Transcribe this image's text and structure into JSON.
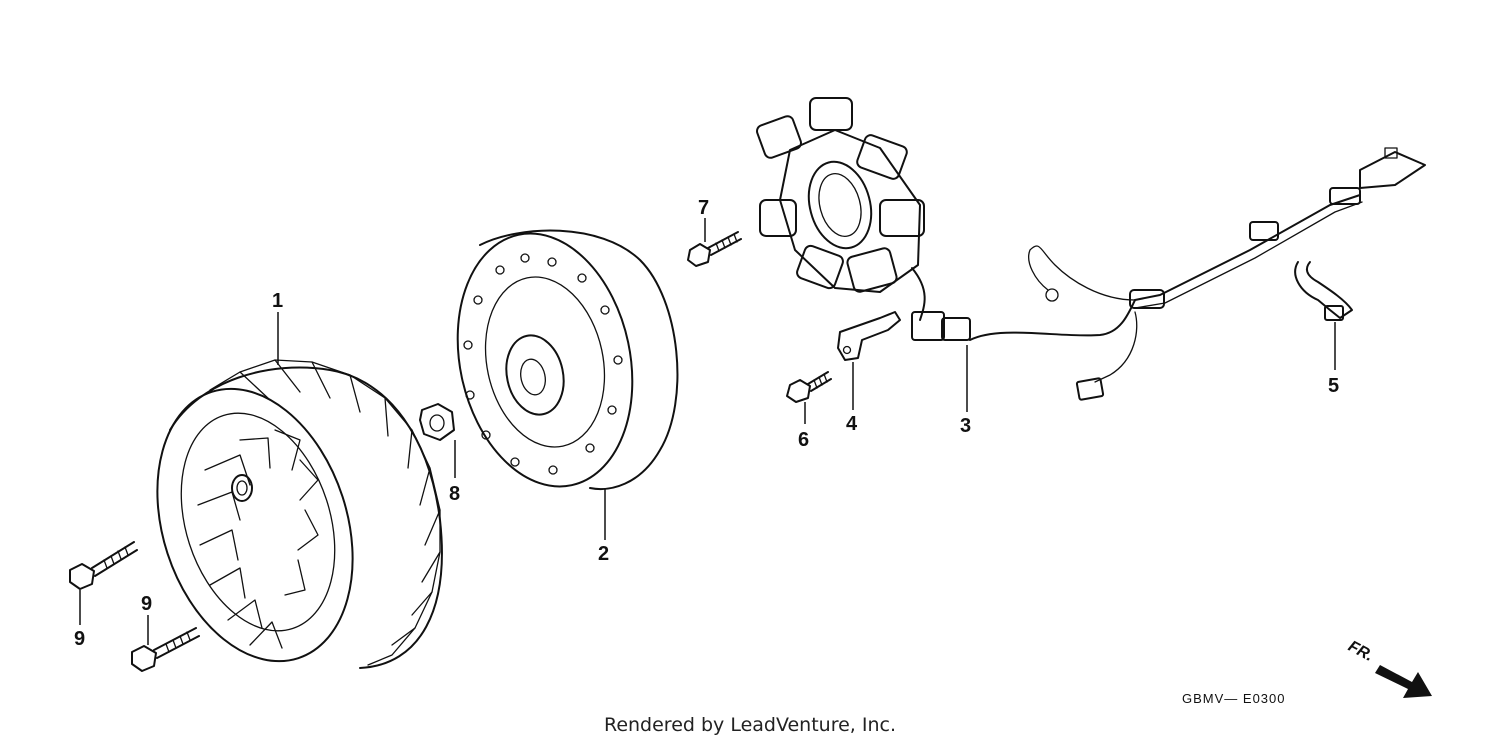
{
  "parts": [
    {
      "id": "fan",
      "callout": "1"
    },
    {
      "id": "flywheel",
      "callout": "2"
    },
    {
      "id": "stator",
      "callout": "3"
    },
    {
      "id": "bracket",
      "callout": "4"
    },
    {
      "id": "clip",
      "callout": "5"
    },
    {
      "id": "bolt_6",
      "callout": "6"
    },
    {
      "id": "bolt_7",
      "callout": "7"
    },
    {
      "id": "nut",
      "callout": "8"
    },
    {
      "id": "bolt_9a",
      "callout": "9"
    },
    {
      "id": "bolt_9b",
      "callout": "9"
    }
  ],
  "diagram_code": "GBMV— E0300",
  "direction_label": "FR.",
  "footer": "Rendered by LeadVenture, Inc."
}
